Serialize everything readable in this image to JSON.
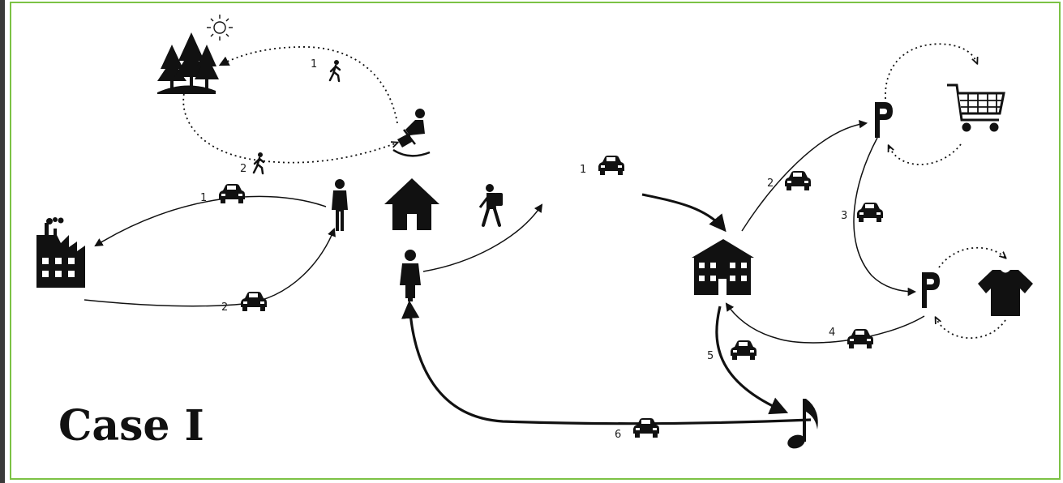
{
  "title": "Case I",
  "colors": {
    "frame": "#7cc245",
    "ink": "#111111",
    "background": "#ffffff"
  },
  "labels": {
    "walk1": "1",
    "walk2": "2",
    "work1": "1",
    "work2": "2",
    "trip1": "1",
    "trip2": "2",
    "trip3": "3",
    "trip4": "4",
    "trip5": "5",
    "trip6": "6"
  },
  "icons": [
    "sun-icon",
    "forest-icon",
    "walker-icon",
    "rocking-chair-icon",
    "factory-icon",
    "person-icon",
    "house-icon",
    "hiker-icon",
    "car-icon",
    "building-icon",
    "parking-icon",
    "shopping-cart-icon",
    "tshirt-icon",
    "music-note-icon",
    "cyclist-icon"
  ]
}
